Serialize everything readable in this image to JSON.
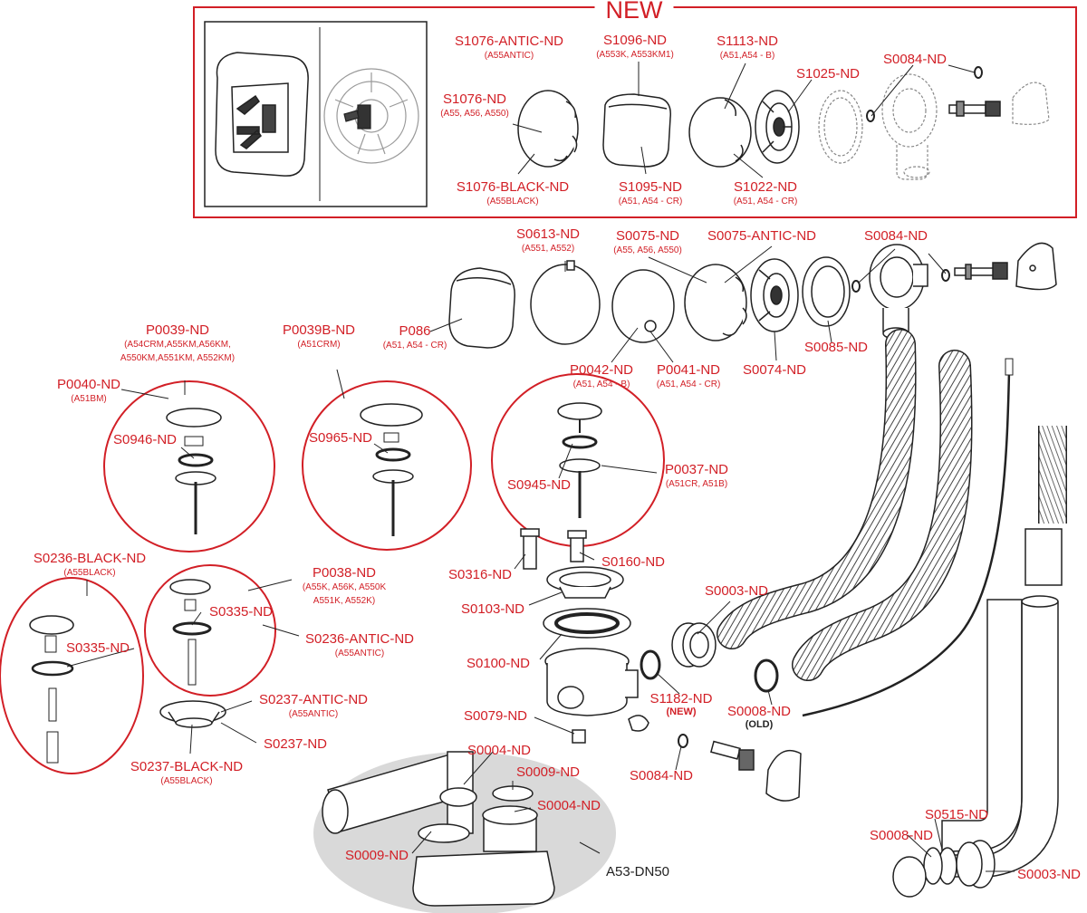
{
  "banner": "NEW",
  "labels": {
    "s1076_antic": {
      "code": "S1076-ANTIC-ND",
      "sub": "(A55ANTIC)"
    },
    "s1096": {
      "code": "S1096-ND",
      "sub": "(A553K, A553KM1)"
    },
    "s1113": {
      "code": "S1113-ND",
      "sub": "(A51,A54 - B)"
    },
    "s1025": {
      "code": "S1025-ND"
    },
    "s0084_top": {
      "code": "S0084-ND"
    },
    "s1076": {
      "code": "S1076-ND",
      "sub": "(A55, A56, A550)"
    },
    "s1076_black": {
      "code": "S1076-BLACK-ND",
      "sub": "(A55BLACK)"
    },
    "s1095": {
      "code": "S1095-ND",
      "sub": "(A51, A54 - CR)"
    },
    "s1022": {
      "code": "S1022-ND",
      "sub": "(A51, A54 - CR)"
    },
    "s0613": {
      "code": "S0613-ND",
      "sub": "(A551, A552)"
    },
    "s0075": {
      "code": "S0075-ND",
      "sub": "(A55, A56, A550)"
    },
    "s0075_antic": {
      "code": "S0075-ANTIC-ND"
    },
    "s0084_mid": {
      "code": "S0084-ND"
    },
    "p086": {
      "code": "P086",
      "sub": "(A51, A54 - CR)"
    },
    "p0042": {
      "code": "P0042-ND",
      "sub": "(A51, A54 - B)"
    },
    "p0041": {
      "code": "P0041-ND",
      "sub": "(A51, A54 - CR)"
    },
    "s0074": {
      "code": "S0074-ND"
    },
    "s0085": {
      "code": "S0085-ND"
    },
    "p0039": {
      "code": "P0039-ND",
      "sub": "(A54CRM,A55KM,A56KM,",
      "sub2": "A550KM,A551KM, A552KM)"
    },
    "p0039b": {
      "code": "P0039B-ND",
      "sub": "(A51CRM)"
    },
    "p0040": {
      "code": "P0040-ND",
      "sub": "(A51BM)"
    },
    "s0946": {
      "code": "S0946-ND"
    },
    "s0965": {
      "code": "S0965-ND"
    },
    "p0037": {
      "code": "P0037-ND",
      "sub": "(A51CR, A51B)"
    },
    "s0945": {
      "code": "S0945-ND"
    },
    "s0236_black": {
      "code": "S0236-BLACK-ND",
      "sub": "(A55BLACK)"
    },
    "p0038": {
      "code": "P0038-ND",
      "sub": "(A55K, A56K, A550K",
      "sub2": "A551K, A552K)"
    },
    "s0335_a": {
      "code": "S0335-ND"
    },
    "s0335_b": {
      "code": "S0335-ND"
    },
    "s0236_antic": {
      "code": "S0236-ANTIC-ND",
      "sub": "(A55ANTIC)"
    },
    "s0237_antic": {
      "code": "S0237-ANTIC-ND",
      "sub": "(A55ANTIC)"
    },
    "s0237": {
      "code": "S0237-ND"
    },
    "s0237_black": {
      "code": "S0237-BLACK-ND",
      "sub": "(A55BLACK)"
    },
    "s0316": {
      "code": "S0316-ND"
    },
    "s0160": {
      "code": "S0160-ND"
    },
    "s0103": {
      "code": "S0103-ND"
    },
    "s0100": {
      "code": "S0100-ND"
    },
    "s0003_a": {
      "code": "S0003-ND"
    },
    "s1182": {
      "code": "S1182-ND",
      "note": "(NEW)"
    },
    "s0008_a": {
      "code": "S0008-ND",
      "note": "(OLD)"
    },
    "s0079": {
      "code": "S0079-ND"
    },
    "s0084_low": {
      "code": "S0084-ND"
    },
    "s0004_a": {
      "code": "S0004-ND"
    },
    "s0009_a": {
      "code": "S0009-ND"
    },
    "s0004_b": {
      "code": "S0004-ND"
    },
    "s0009_b": {
      "code": "S0009-ND"
    },
    "a53": {
      "code": "A53-DN50"
    },
    "s0515": {
      "code": "S0515-ND"
    },
    "s0008_b": {
      "code": "S0008-ND"
    },
    "s0003_b": {
      "code": "S0003-ND"
    }
  },
  "colors": {
    "accent": "#d21f26",
    "line": "#222222",
    "ellipse_fill": "#d9d9d9"
  }
}
